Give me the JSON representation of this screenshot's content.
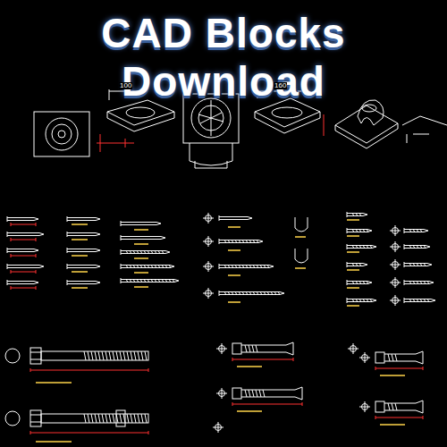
{
  "diagram": {
    "title": "CAD Blocks Download",
    "labels": [
      "100",
      "160"
    ]
  }
}
